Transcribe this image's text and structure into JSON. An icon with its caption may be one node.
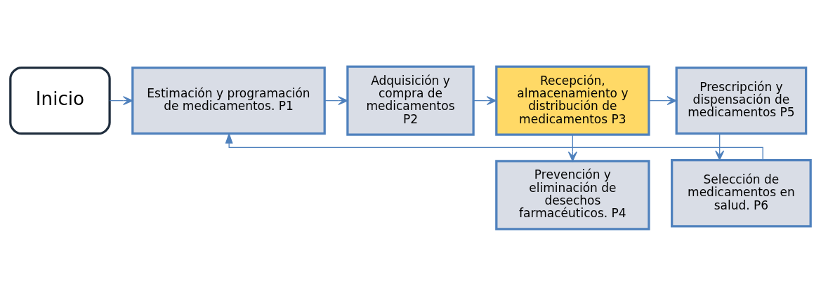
{
  "diagram": {
    "nodes": [
      {
        "text": [
          "Inicio"
        ]
      },
      {
        "text": [
          "Estimación y programación de medicamentos. P1"
        ]
      },
      {
        "text": [
          "Adquisición y compra de medicamentos P2"
        ]
      },
      {
        "text": [
          "Recepción, almacenamiento y distribución de medicamentos P3"
        ]
      },
      {
        "text": [
          "Prevención y eliminación de desechos farmacéuticos. P4"
        ]
      },
      {
        "text": [
          "Prescripción y dispensación de medicamentos P5"
        ]
      },
      {
        "text": [
          "Selección de medicamentos en salud. P6"
        ]
      }
    ],
    "edges": [
      {
        "from": 0,
        "to": 1,
        "arrow": "to"
      },
      {
        "from": 1,
        "to": 2,
        "arrow": "to"
      },
      {
        "from": 2,
        "to": 3,
        "arrow": "to"
      },
      {
        "from": 3,
        "to": 4,
        "arrow": "to"
      },
      {
        "from": 3,
        "to": 5,
        "arrow": "to"
      },
      {
        "from": 5,
        "to": 6,
        "arrow": "to"
      },
      {
        "from": 6,
        "to": 1,
        "arrow": "to"
      }
    ]
  }
}
